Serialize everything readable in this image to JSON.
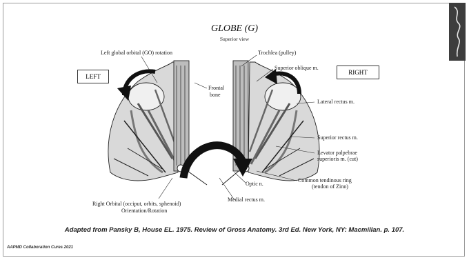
{
  "diagram": {
    "title": "GLOBE (G)",
    "subtitle": "Superior view",
    "left_box": "LEFT",
    "right_box": "RIGHT",
    "labels": {
      "left_global_rotation": "Left global orbital (GO) rotation",
      "trochlea": "Trochlea (pulley)",
      "superior_oblique": "Superior oblique m.",
      "frontal": "Frontal",
      "bone": "bone",
      "lateral_rectus": "Lateral rectus m.",
      "superior_rectus": "Superior rectus m.",
      "levator_1": "Levator palpebrae",
      "levator_2": "superioris m. (cut)",
      "common_ring": "Common tendinous ring",
      "zinn": "(tendon of Zinn)",
      "optic": "Optic n.",
      "medial_rectus": "Medial rectus m.",
      "right_orbital_1": "Right Orbital (occiput, orbits, sphenoid)",
      "right_orbital_2": "Orientation/Rotation"
    }
  },
  "caption": "Adapted from Pansky B, House EL.  1975. Review of Gross Anatomy. 3rd Ed. New York, NY: Macmillan. p. 107.",
  "footer": "AAPMD Collaboration Cures 2021"
}
